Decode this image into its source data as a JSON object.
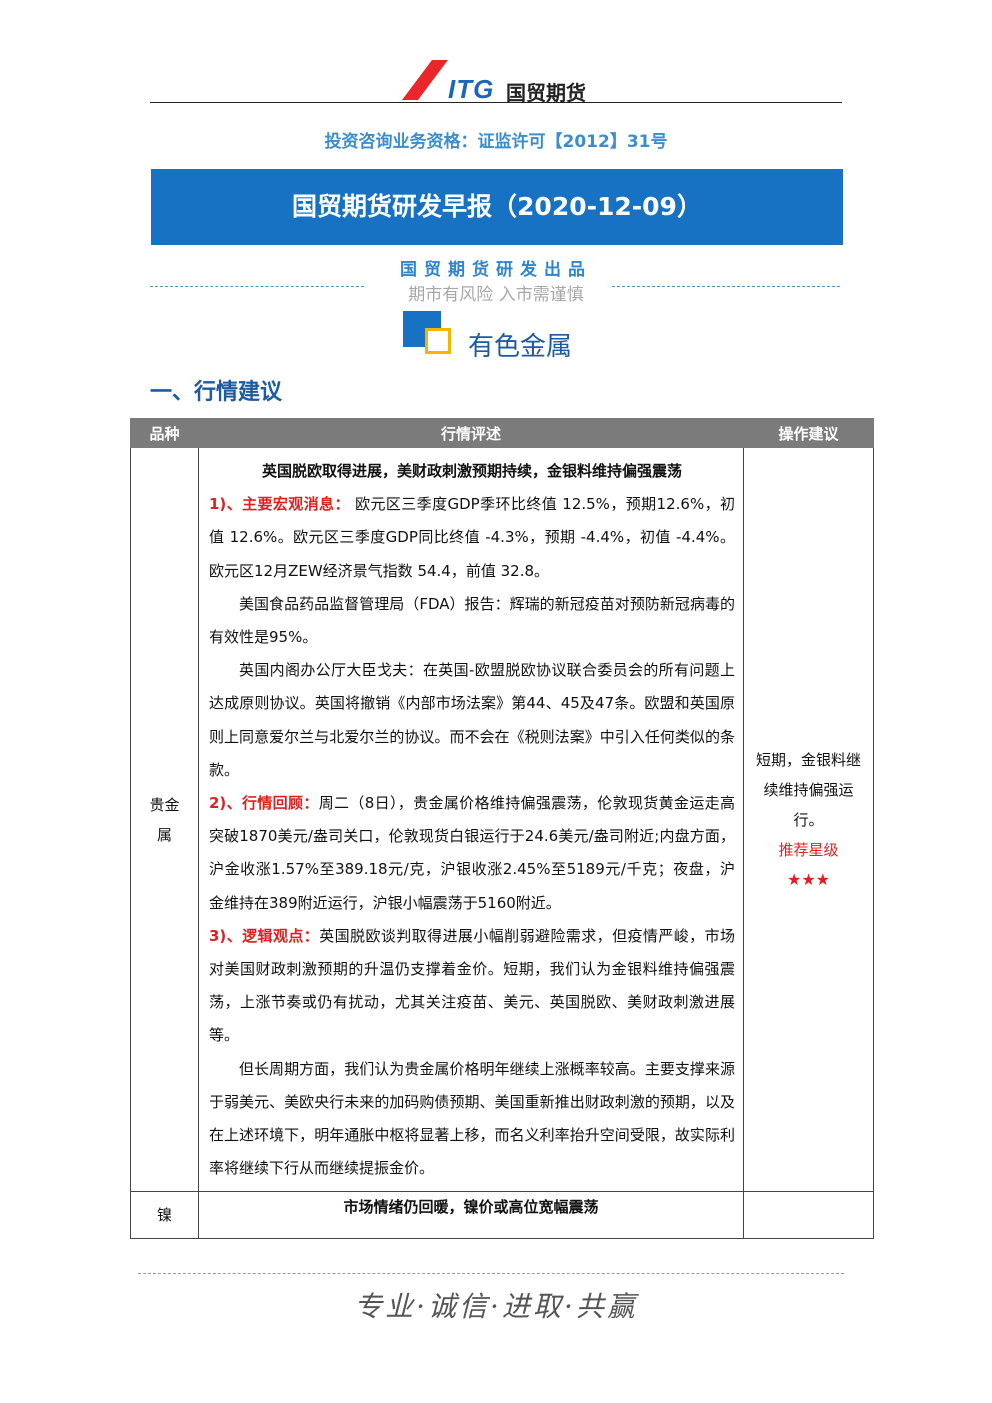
{
  "header": {
    "logo_text": "ITG",
    "logo_cn": "国贸期货",
    "brand_color": "#1872c4"
  },
  "license": "投资咨询业务资格：证监许可【2012】31号",
  "banner_title": "国贸期货研发早报（2020-12-09）",
  "producer": "国贸期货研发出品",
  "risk_notice": "期市有风险 入市需谨慎",
  "section_title": "有色金属",
  "subsection_title": "一、行情建议",
  "table": {
    "headers": [
      "品种",
      "行情评述",
      "操作建议"
    ],
    "rows": [
      {
        "variety": "贵金属",
        "title": "英国脱欧取得进展，美财政刺激预期持续，金银料维持偏强震荡",
        "p1_label": "1)、主要宏观消息：",
        "p1_text": " 欧元区三季度GDP季环比终值 12.5%，预期12.6%，初值 12.6%。欧元区三季度GDP同比终值 -4.3%，预期 -4.4%，初值 -4.4%。欧元区12月ZEW经济景气指数 54.4，前值 32.8。",
        "p2": "美国食品药品监督管理局（FDA）报告：辉瑞的新冠疫苗对预防新冠病毒的有效性是95%。",
        "p3": "英国内阁办公厅大臣戈夫：在英国-欧盟脱欧协议联合委员会的所有问题上达成原则协议。英国将撤销《内部市场法案》第44、45及47条。欧盟和英国原则上同意爱尔兰与北爱尔兰的协议。而不会在《税则法案》中引入任何类似的条款。",
        "p4_label": "2)、行情回顾：",
        "p4_text": "周二（8日），贵金属价格维持偏强震荡，伦敦现货黄金运走高突破1870美元/盎司关口，伦敦现货白银运行于24.6美元/盎司附近;内盘方面，沪金收涨1.57%至389.18元/克，沪银收涨2.45%至5189元/千克；夜盘，沪金维持在389附近运行，沪银小幅震荡于5160附近。",
        "p5_label": "3)、逻辑观点：",
        "p5_text": "英国脱欧谈判取得进展小幅削弱避险需求，但疫情严峻，市场对美国财政刺激预期的升温仍支撑着金价。短期，我们认为金银料维持偏强震荡，上涨节奏或仍有扰动，尤其关注疫苗、美元、英国脱欧、美财政刺激进展等。",
        "p6": "但长周期方面，我们认为贵金属价格明年继续上涨概率较高。主要支撑来源于弱美元、美欧央行未来的加码购债预期、美国重新推出财政刺激的预期，以及在上述环境下，明年通胀中枢将显著上移，而名义利率抬升空间受限，故实际利率将继续下行从而继续提振金价。",
        "advice": "短期，金银料继续维持偏强运行。",
        "rec_label": "推荐星级",
        "stars": "★★★"
      },
      {
        "variety": "镍",
        "title": "市场情绪仍回暖，镍价或高位宽幅震荡"
      }
    ]
  },
  "footer_motto": "专业·诚信·进取·共赢"
}
